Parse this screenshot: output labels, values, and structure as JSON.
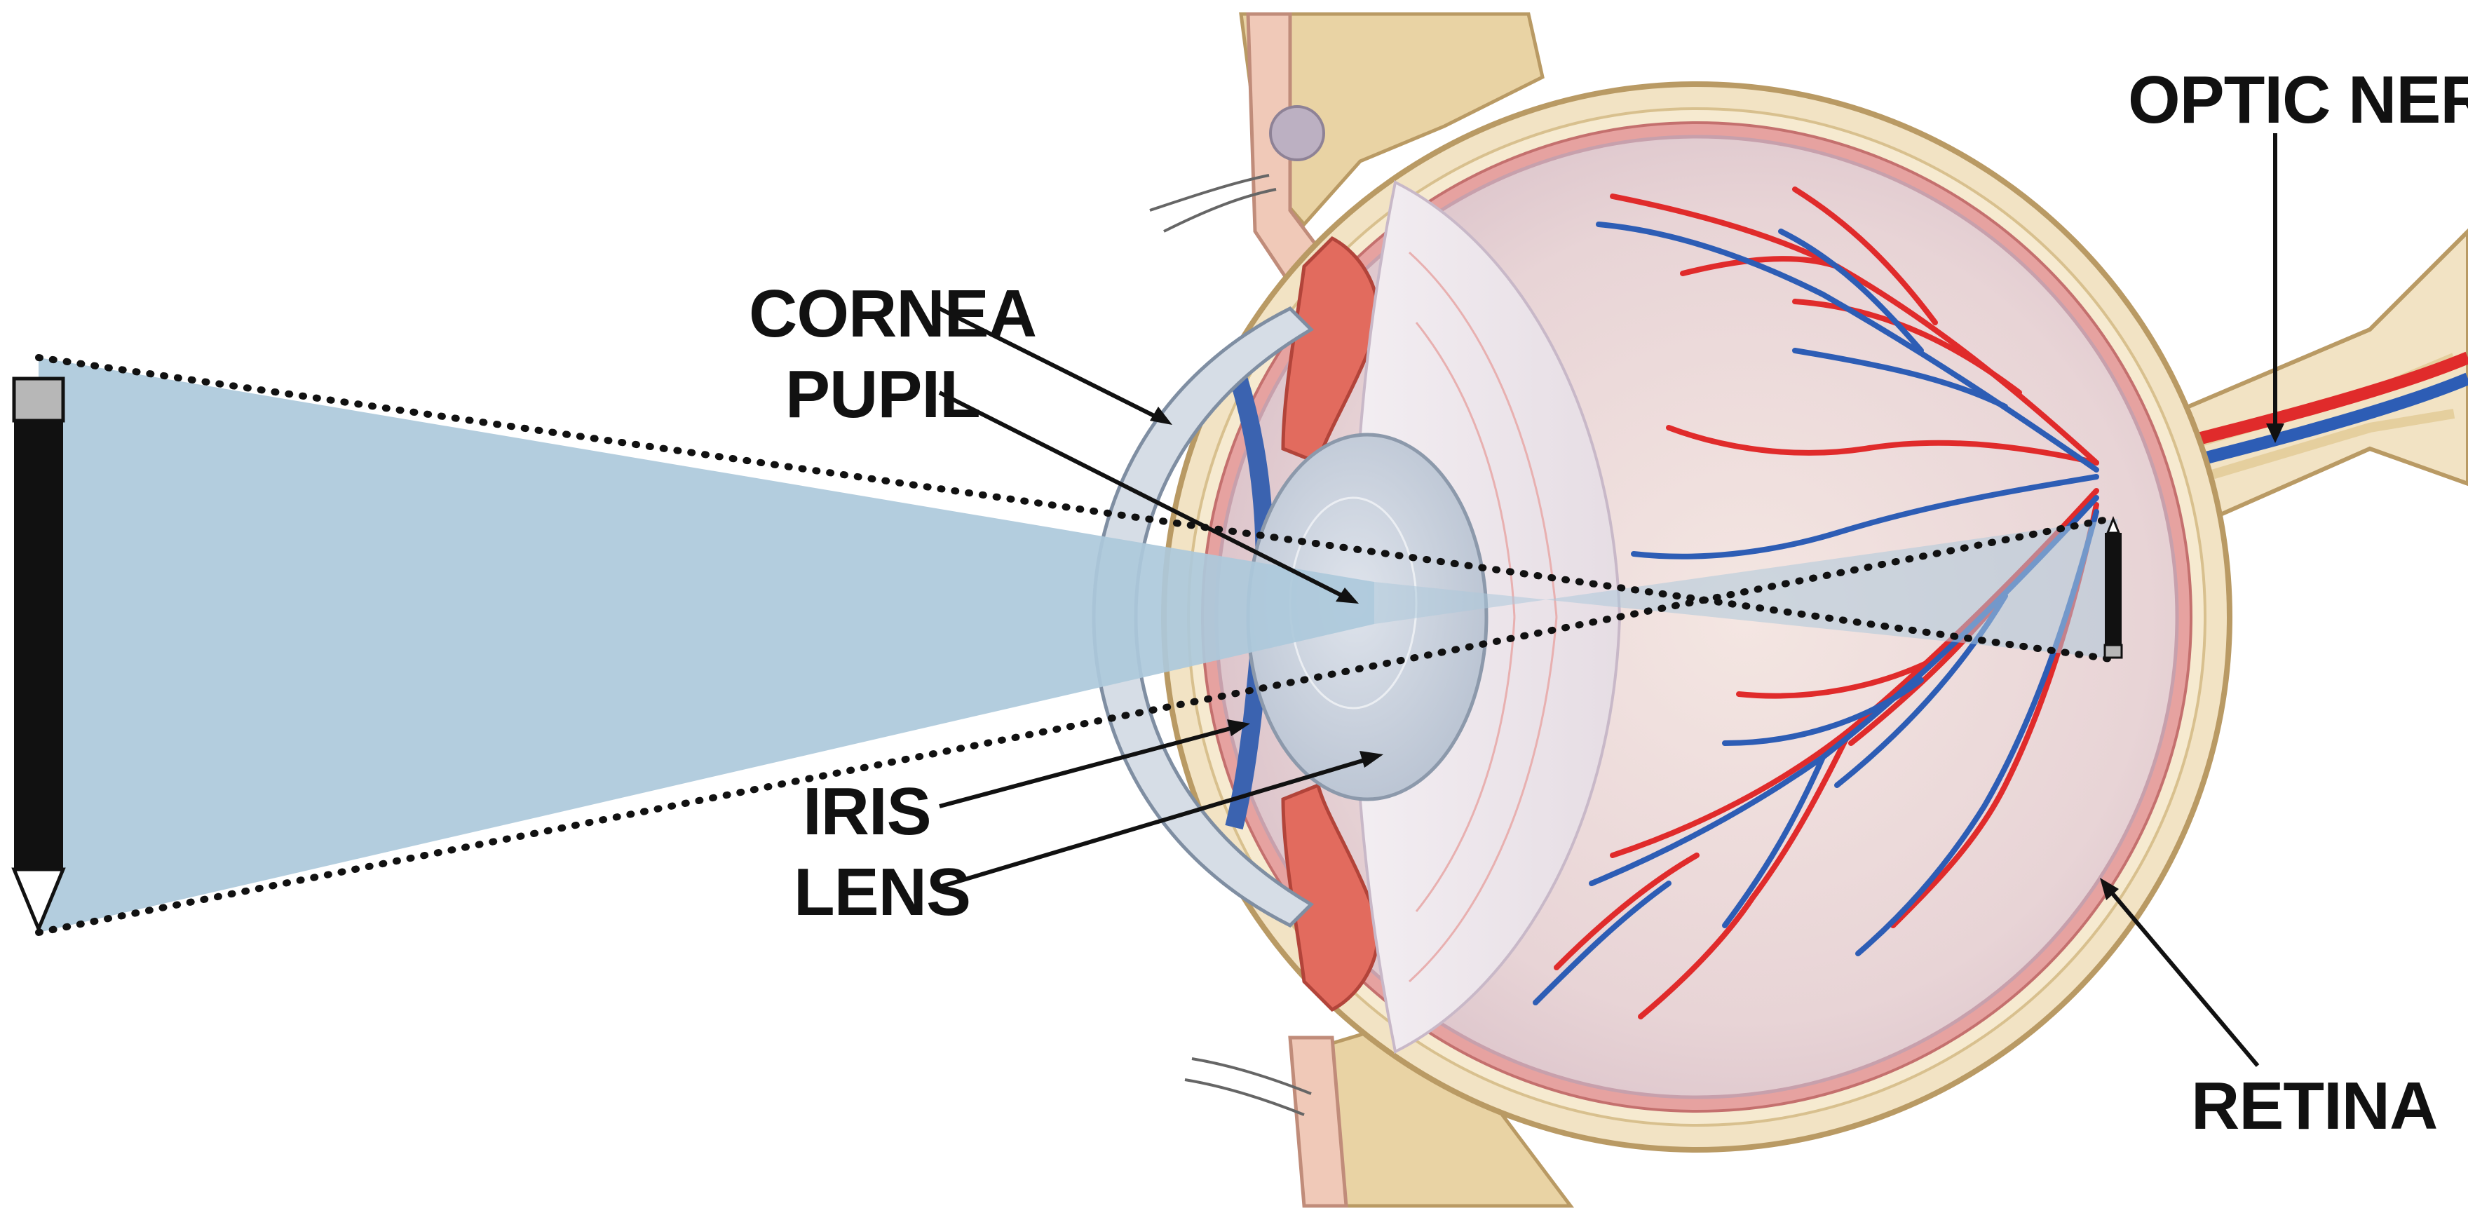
{
  "labels": {
    "cornea": "CORNEA",
    "pupil": "PUPIL",
    "iris": "IRIS",
    "lens": "LENS",
    "optic_nerve": "OPTIC NERVE",
    "retina": "RETINA"
  },
  "colors": {
    "light_cone": "#adc9db",
    "sclera": "#f2e3c4",
    "bone": "#e9d3a4",
    "eye_interior": "#ecdcdc",
    "vessel_red": "#e02b2b",
    "vessel_blue": "#2d5db5",
    "ink": "#111111"
  }
}
